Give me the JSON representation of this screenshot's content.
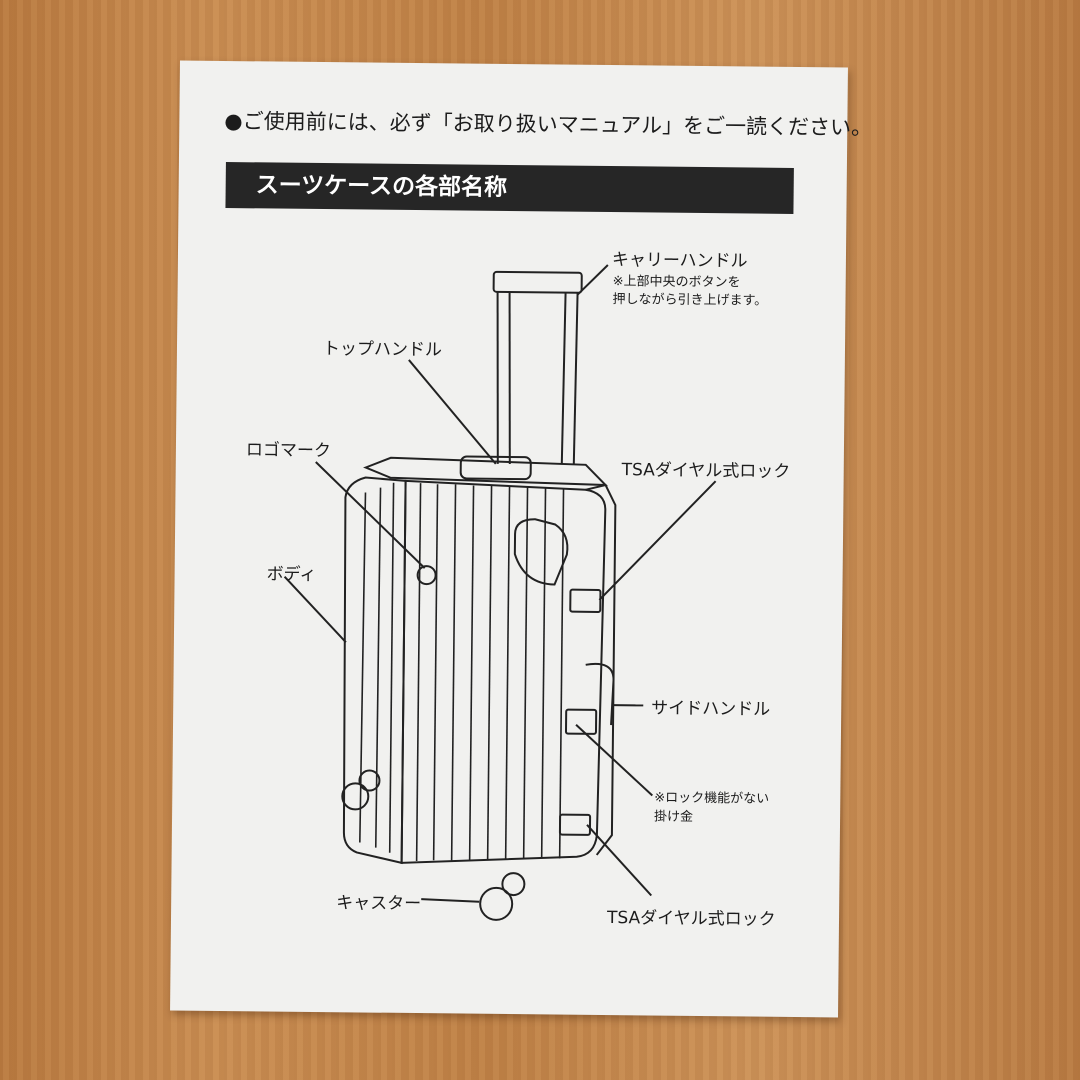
{
  "notice": "●ご使用前には、必ず「お取り扱いマニュアル」をご一読ください。",
  "section_title": "スーツケースの各部名称",
  "labels": {
    "carry_handle": "キャリーハンドル",
    "carry_handle_note_1": "※上部中央のボタンを",
    "carry_handle_note_2": "押しながら引き上げます。",
    "top_handle": "トップハンドル",
    "logo_mark": "ロゴマーク",
    "tsa_lock_top": "TSAダイヤル式ロック",
    "body": "ボディ",
    "side_handle": "サイドハンドル",
    "latch_note_1": "※ロック機能がない",
    "latch_note_2": "掛け金",
    "caster": "キャスター",
    "tsa_lock_bottom": "TSAダイヤル式ロック"
  },
  "colors": {
    "header_bar": "#262626",
    "paper": "#f1f1ef",
    "table": "#c48a4e"
  }
}
